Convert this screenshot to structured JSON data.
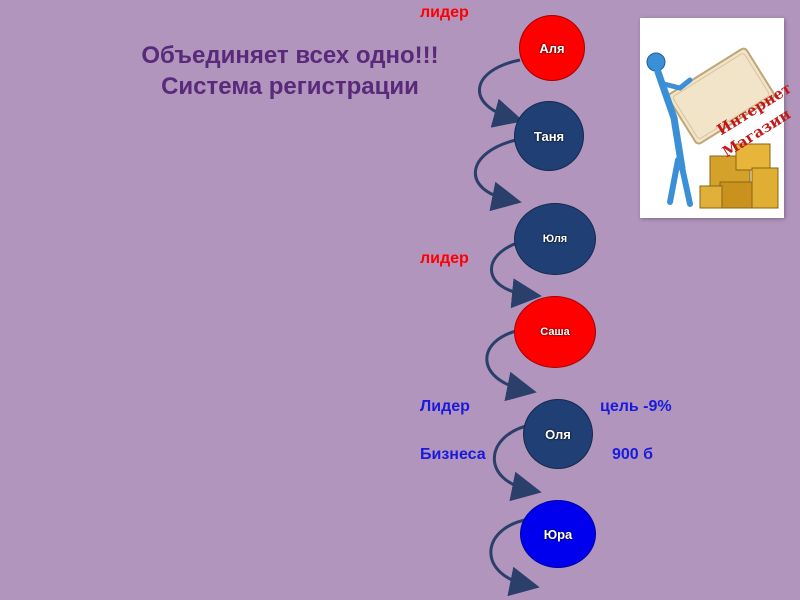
{
  "heading": {
    "line1": "Объединяет всех одно!!!",
    "line2": "Система регистрации"
  },
  "labels": {
    "leader_top": "лидер",
    "leader_mid": "лидер",
    "leader_business_1": "Лидер",
    "leader_business_2": "Бизнеса",
    "goal": "цель -9%",
    "amount": "900 б"
  },
  "nodes": [
    {
      "name": "Аля",
      "color": "#ff0000"
    },
    {
      "name": "Таня",
      "color": "#1f3f75"
    },
    {
      "name": "Юля",
      "color": "#1f3f75"
    },
    {
      "name": "Саша",
      "color": "#ff0000"
    },
    {
      "name": "Оля",
      "color": "#1f3f75"
    },
    {
      "name": "Юра",
      "color": "#0000ee"
    }
  ],
  "image": {
    "sign_line1": "Интернет",
    "sign_line2": "Магазин"
  },
  "colors": {
    "background": "#b195bd",
    "heading": "#5a2a7a",
    "leader_red": "#ff0000",
    "text_blue": "#1a1add",
    "arrow": "#2a3f6a"
  }
}
